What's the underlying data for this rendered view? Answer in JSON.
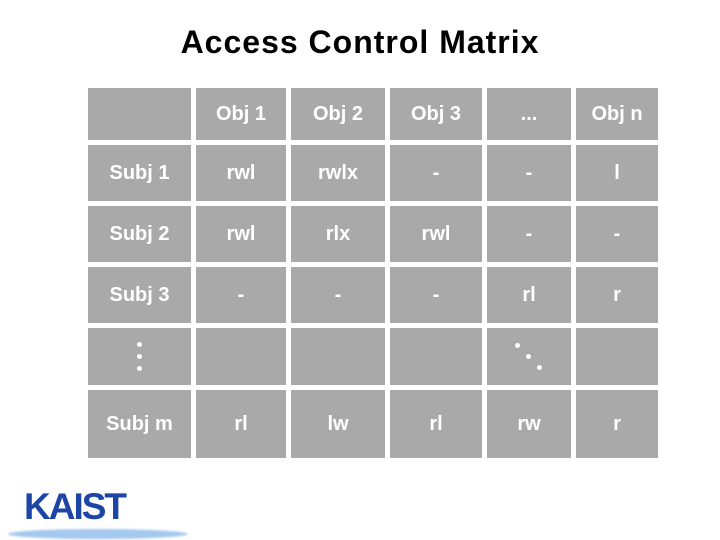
{
  "slide": {
    "title": "Access Control Matrix"
  },
  "table": {
    "col_headers": [
      "",
      "Obj 1",
      "Obj 2",
      "Obj 3",
      "...",
      "Obj n"
    ],
    "rows": [
      {
        "label": "Subj 1",
        "cells": [
          "rwl",
          "rwlx",
          "-",
          "-",
          "l"
        ]
      },
      {
        "label": "Subj 2",
        "cells": [
          "rwl",
          "rlx",
          "rwl",
          "-",
          "-"
        ]
      },
      {
        "label": "Subj 3",
        "cells": [
          "-",
          "-",
          "-",
          "rl",
          "r"
        ]
      },
      {
        "label": "⋮",
        "cells": [
          "",
          "",
          "",
          "⋱",
          ""
        ]
      },
      {
        "label": "Subj m",
        "cells": [
          "rl",
          "lw",
          "rl",
          "rw",
          "r"
        ]
      }
    ]
  },
  "logo": {
    "text": "KAIST"
  },
  "colors": {
    "title": "#000000",
    "cell_bg": "#a9a9a9",
    "cell_text": "#ffffff",
    "logo_blue": "#1c45a5",
    "logo_ellipse": "#a4c8ee"
  }
}
